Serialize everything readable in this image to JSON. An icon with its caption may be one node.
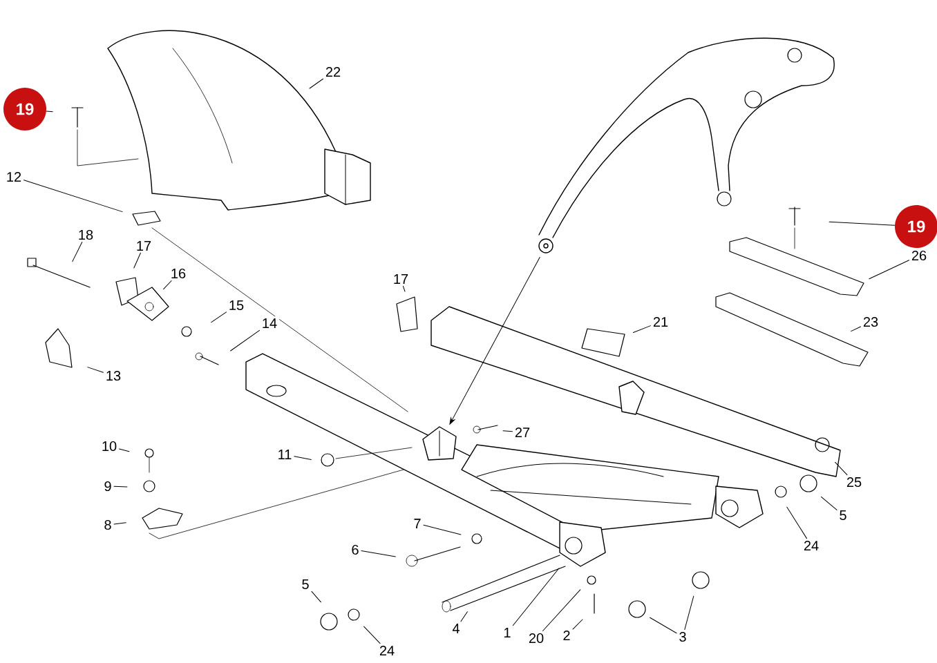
{
  "diagram": {
    "nodes": [
      {
        "text": [
          "22"
        ]
      },
      {
        "text": [],
        "shape": "picture"
      },
      {
        "text": [],
        "shape": "picture"
      },
      {
        "text": [
          "19"
        ]
      },
      {
        "text": [
          "12"
        ]
      },
      {
        "text": [
          "19"
        ]
      },
      {
        "text": [
          "18"
        ]
      },
      {
        "text": [
          "17"
        ]
      },
      {
        "text": [
          "16"
        ]
      },
      {
        "text": [
          "17"
        ]
      },
      {
        "text": [
          "26"
        ]
      },
      {
        "text": [
          "15"
        ]
      },
      {
        "text": [
          "14"
        ]
      },
      {
        "text": [
          "21"
        ]
      },
      {
        "text": [
          "23"
        ]
      },
      {
        "text": [
          "13"
        ]
      },
      {
        "text": [],
        "shape": "picture"
      },
      {
        "text": [
          "27"
        ]
      },
      {
        "text": [
          "10"
        ]
      },
      {
        "text": [
          "11"
        ]
      },
      {
        "text": [
          "9"
        ]
      },
      {
        "text": [
          "25"
        ]
      },
      {
        "text": [
          "8"
        ]
      },
      {
        "text": [
          "5"
        ]
      },
      {
        "text": [
          "7"
        ]
      },
      {
        "text": [
          "24"
        ]
      },
      {
        "text": [
          "6"
        ]
      },
      {
        "text": [
          "5"
        ]
      },
      {
        "text": [
          "4"
        ]
      },
      {
        "text": [
          "1"
        ]
      },
      {
        "text": [
          "20"
        ]
      },
      {
        "text": [
          "2"
        ]
      },
      {
        "text": [
          "3"
        ]
      },
      {
        "text": [
          "24"
        ]
      }
    ],
    "edges": [
      {
        "from": 0,
        "to": 1,
        "arrow": "none"
      },
      {
        "from": 2,
        "to": 16,
        "arrow": "to"
      },
      {
        "from": 3,
        "to": null,
        "arrow": "none"
      },
      {
        "from": 4,
        "to": null,
        "arrow": "none"
      },
      {
        "from": 5,
        "to": null,
        "arrow": "none"
      },
      {
        "from": 6,
        "to": null,
        "arrow": "none"
      },
      {
        "from": 7,
        "to": null,
        "arrow": "none"
      },
      {
        "from": 8,
        "to": null,
        "arrow": "none"
      },
      {
        "from": 9,
        "to": null,
        "arrow": "none"
      },
      {
        "from": 10,
        "to": null,
        "arrow": "none"
      },
      {
        "from": 11,
        "to": null,
        "arrow": "none"
      },
      {
        "from": 12,
        "to": null,
        "arrow": "none"
      },
      {
        "from": 13,
        "to": null,
        "arrow": "none"
      },
      {
        "from": 14,
        "to": null,
        "arrow": "none"
      },
      {
        "from": 15,
        "to": null,
        "arrow": "none"
      },
      {
        "from": 17,
        "to": null,
        "arrow": "none"
      },
      {
        "from": 18,
        "to": null,
        "arrow": "none"
      },
      {
        "from": 19,
        "to": null,
        "arrow": "none"
      },
      {
        "from": 20,
        "to": null,
        "arrow": "none"
      },
      {
        "from": 21,
        "to": null,
        "arrow": "none"
      },
      {
        "from": 22,
        "to": null,
        "arrow": "none"
      },
      {
        "from": 23,
        "to": null,
        "arrow": "none"
      },
      {
        "from": 24,
        "to": null,
        "arrow": "none"
      },
      {
        "from": 25,
        "to": null,
        "arrow": "none"
      },
      {
        "from": 26,
        "to": null,
        "arrow": "none"
      },
      {
        "from": 27,
        "to": null,
        "arrow": "none"
      },
      {
        "from": 28,
        "to": null,
        "arrow": "none"
      },
      {
        "from": 29,
        "to": null,
        "arrow": "none"
      },
      {
        "from": 30,
        "to": null,
        "arrow": "none"
      },
      {
        "from": 31,
        "to": null,
        "arrow": "none"
      },
      {
        "from": 32,
        "to": null,
        "arrow": "none"
      },
      {
        "from": 32,
        "to": null,
        "arrow": "none"
      },
      {
        "from": 33,
        "to": null,
        "arrow": "none"
      }
    ]
  }
}
